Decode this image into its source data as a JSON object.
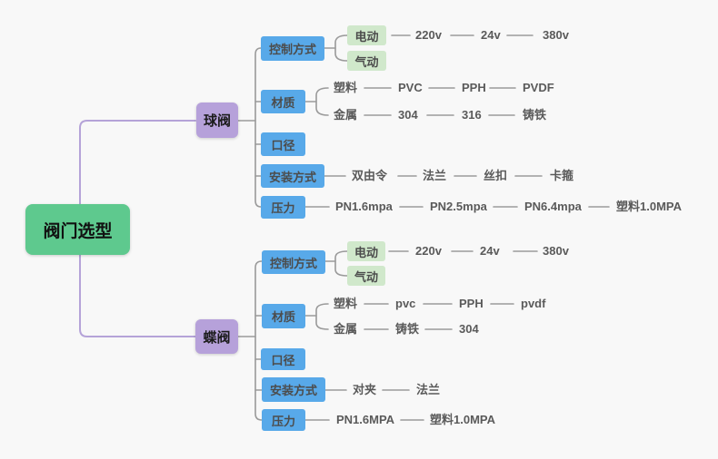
{
  "canvas": {
    "background": "#f8f8f8"
  },
  "colors": {
    "root_fill": "#5ec98e",
    "branch_fill": "#b6a1da",
    "category_fill": "#58a9e9",
    "leafbox_fill": "#d0e8cb",
    "branch_line": "#b5a3d8",
    "connector_line": "#9a9a9a",
    "leaf_text": "#5a5a5a"
  },
  "mindmap": {
    "root": {
      "label": "阀门选型"
    },
    "branches": [
      {
        "label": "球阀",
        "categories": [
          {
            "label": "控制方式",
            "children": [
              {
                "label": "电动",
                "chain": [
                  "220v",
                  "24v",
                  "380v"
                ]
              },
              {
                "label": "气动",
                "chain": []
              }
            ]
          },
          {
            "label": "材质",
            "children": [
              {
                "label": "塑料",
                "chain": [
                  "PVC",
                  "PPH",
                  "PVDF"
                ]
              },
              {
                "label": "金属",
                "chain": [
                  "304",
                  "316",
                  "铸铁"
                ]
              }
            ]
          },
          {
            "label": "口径",
            "children": []
          },
          {
            "label": "安装方式",
            "children": [
              {
                "label": "双由令",
                "chain": [
                  "法兰",
                  "丝扣",
                  "卡箍"
                ]
              }
            ]
          },
          {
            "label": "压力",
            "children": [
              {
                "label": "PN1.6mpa",
                "chain": [
                  "PN2.5mpa",
                  "PN6.4mpa",
                  "塑料1.0MPA"
                ]
              }
            ]
          }
        ]
      },
      {
        "label": "蝶阀",
        "categories": [
          {
            "label": "控制方式",
            "children": [
              {
                "label": "电动",
                "chain": [
                  "220v",
                  "24v",
                  "380v"
                ]
              },
              {
                "label": "气动",
                "chain": []
              }
            ]
          },
          {
            "label": "材质",
            "children": [
              {
                "label": "塑料",
                "chain": [
                  "pvc",
                  "PPH",
                  "pvdf"
                ]
              },
              {
                "label": "金属",
                "chain": [
                  "铸铁",
                  "304"
                ]
              }
            ]
          },
          {
            "label": "口径",
            "children": []
          },
          {
            "label": "安装方式",
            "children": [
              {
                "label": "对夹",
                "chain": [
                  "法兰"
                ]
              }
            ]
          },
          {
            "label": "压力",
            "children": [
              {
                "label": "PN1.6MPA",
                "chain": [
                  "塑料1.0MPA"
                ]
              }
            ]
          }
        ]
      }
    ]
  }
}
